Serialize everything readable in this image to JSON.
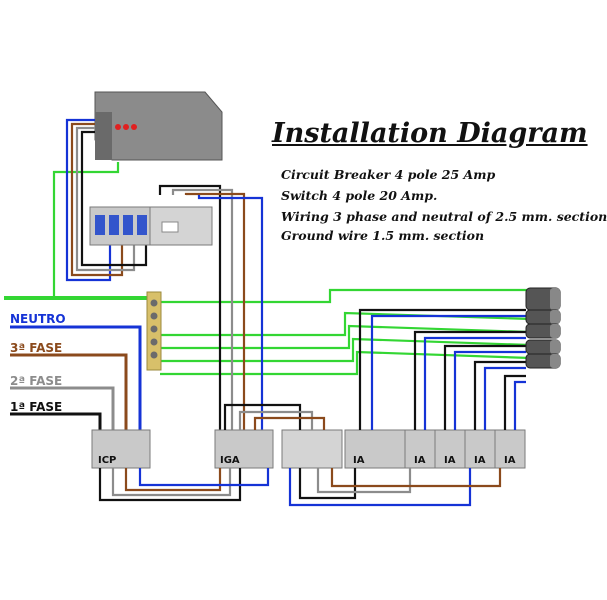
{
  "title": "Installation Diagram",
  "specs": [
    "Circuit Breaker 4 pole 25 Amp",
    "Switch 4 pole 20 Amp.",
    "Wiring 3 phase and neutral of 2.5 mm. section",
    "Ground wire 1.5 mm. section"
  ],
  "inputs": [
    {
      "label": "NEUTRO",
      "color": "#1533d6"
    },
    {
      "label": "3ª FASE",
      "color": "#8b4a1c"
    },
    {
      "label": "2ª FASE",
      "color": "#8c8c8c"
    },
    {
      "label": "1ª FASE",
      "color": "#111111"
    }
  ],
  "breakers": {
    "icp": "ICP",
    "iga": "IGA",
    "ia": [
      "IA",
      "IA",
      "IA",
      "IA",
      "IA"
    ]
  },
  "colors": {
    "ground": "#33d633",
    "neutral": "#1533d6",
    "phase3": "#8b4a1c",
    "phase2": "#8c8c8c",
    "phase1": "#111111",
    "breaker_body": "#c9c9c9",
    "busbar": "#d8c06a"
  }
}
